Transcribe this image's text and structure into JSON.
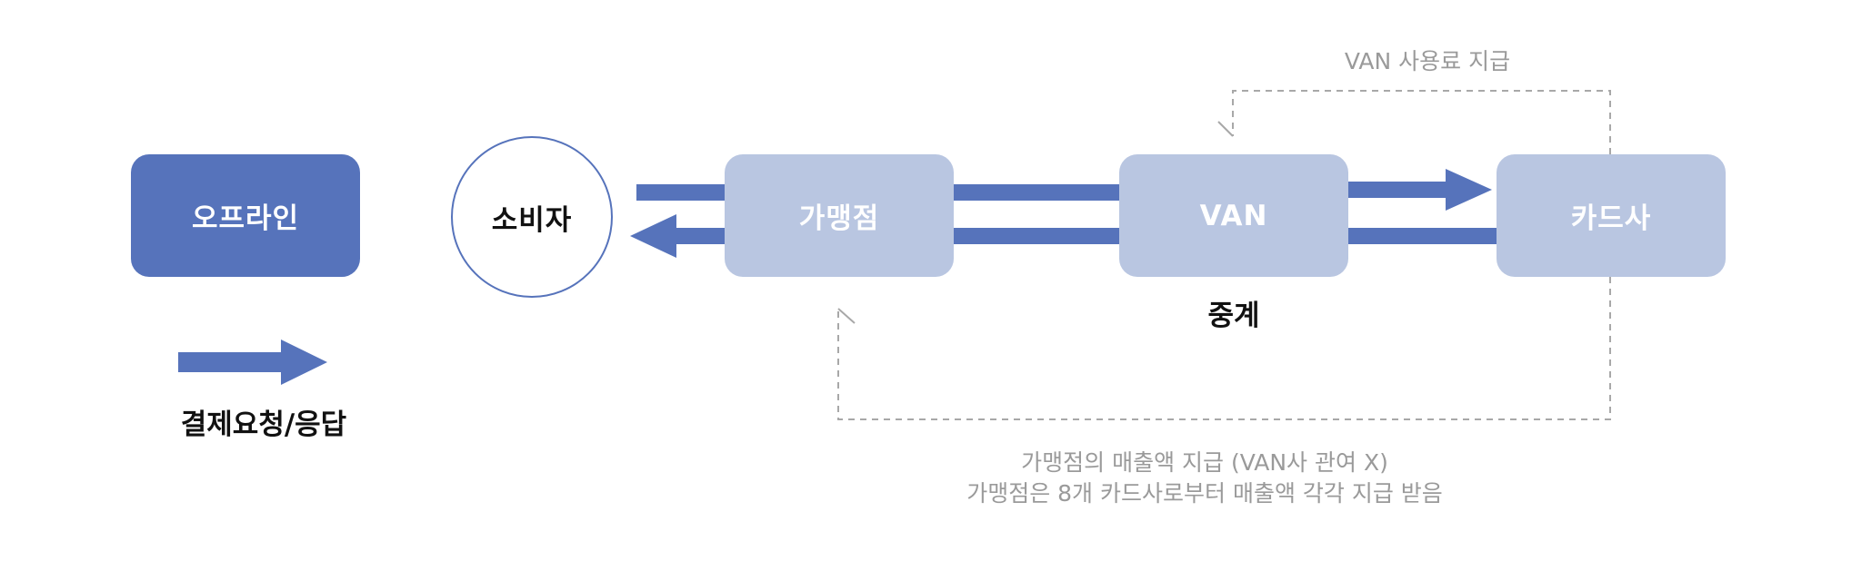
{
  "diagram": {
    "nodes": {
      "offline": "오프라인",
      "consumer": "소비자",
      "merchant": "가맹점",
      "van": "VAN",
      "card_company": "카드사"
    },
    "labels": {
      "relay": "중계",
      "legend": "결제요청/응답",
      "van_fee": "VAN 사용료 지급",
      "sales_payment_line1": "가맹점의 매출액 지급 (VAN사 관여 X)",
      "sales_payment_line2": "가맹점은 8개 카드사로부터 매출액 각각 지급 받음"
    },
    "colors": {
      "primary_blue": "#5673bb",
      "light_blue": "#b9c6e1",
      "dashed_gray": "#a8a8a8",
      "note_gray": "#9a9a9a"
    }
  }
}
